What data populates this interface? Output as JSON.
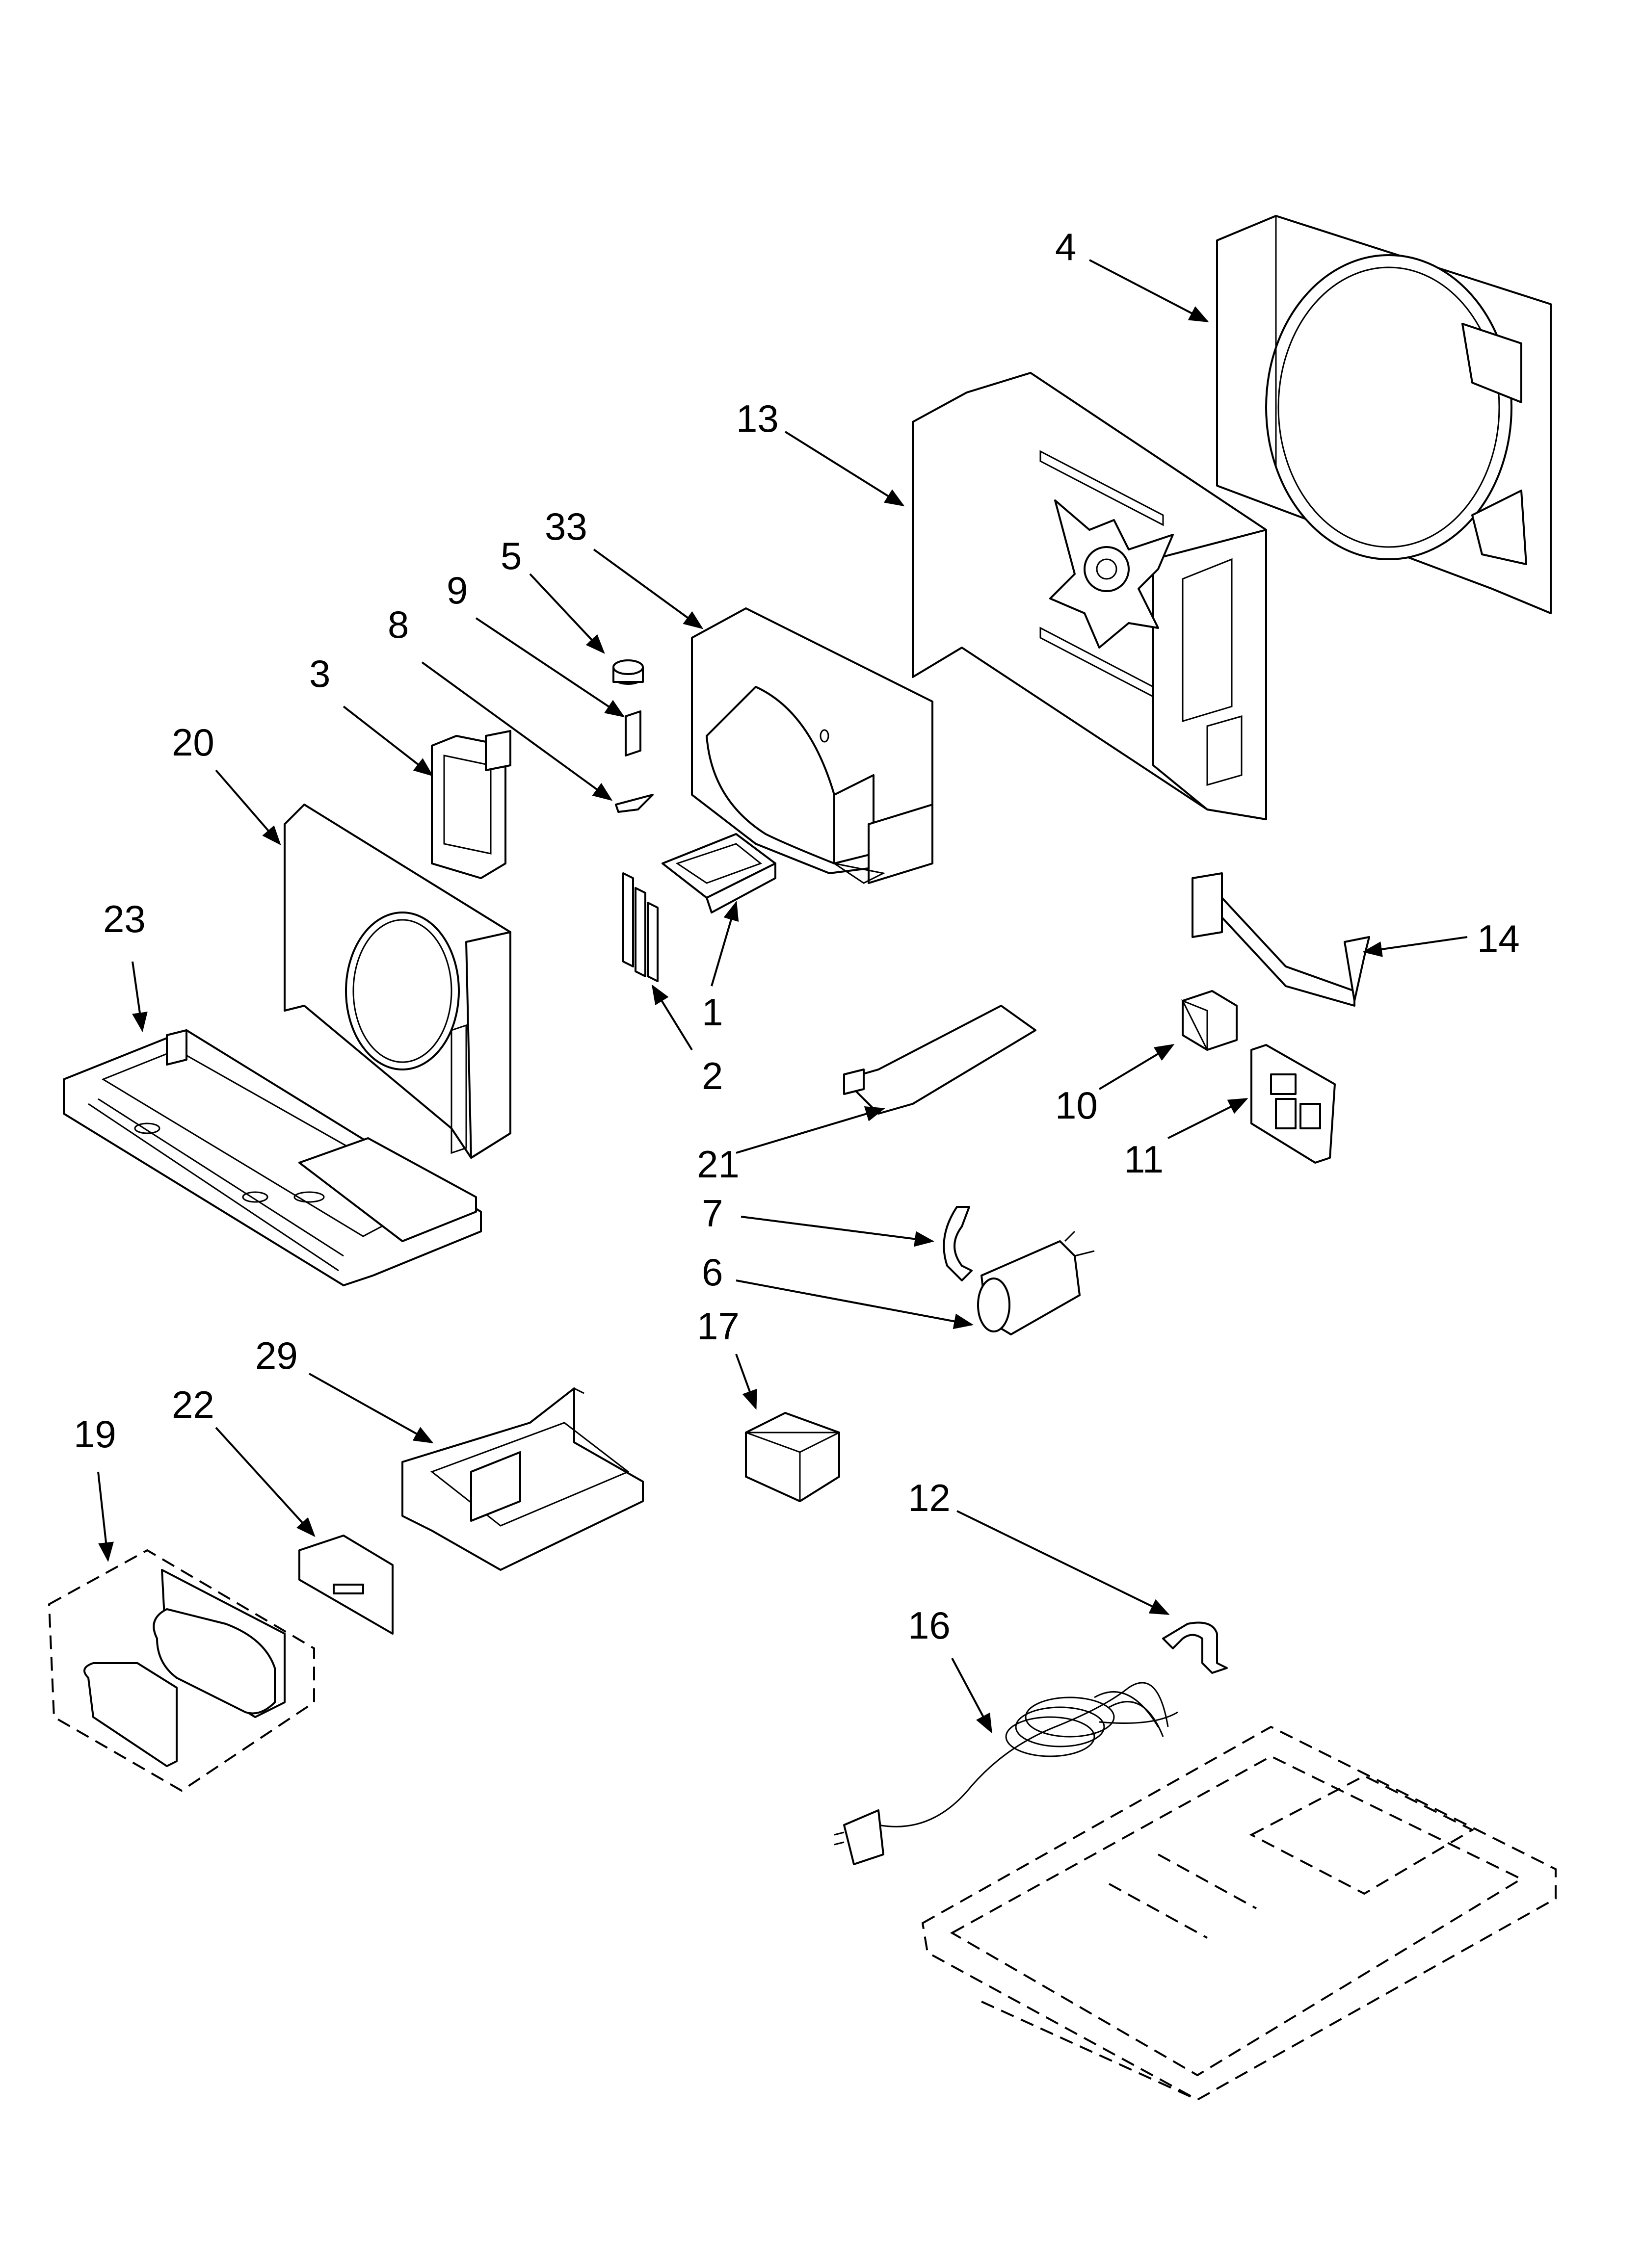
{
  "diagram": {
    "background": "#ffffff",
    "line_color": "#000000",
    "callouts": [
      {
        "id": "c4",
        "label": "4"
      },
      {
        "id": "c13",
        "label": "13"
      },
      {
        "id": "c33",
        "label": "33"
      },
      {
        "id": "c5",
        "label": "5"
      },
      {
        "id": "c9",
        "label": "9"
      },
      {
        "id": "c8",
        "label": "8"
      },
      {
        "id": "c3",
        "label": "3"
      },
      {
        "id": "c20",
        "label": "20"
      },
      {
        "id": "c23",
        "label": "23"
      },
      {
        "id": "c1",
        "label": "1"
      },
      {
        "id": "c2",
        "label": "2"
      },
      {
        "id": "c14",
        "label": "14"
      },
      {
        "id": "c10",
        "label": "10"
      },
      {
        "id": "c11",
        "label": "11"
      },
      {
        "id": "c21",
        "label": "21"
      },
      {
        "id": "c7",
        "label": "7"
      },
      {
        "id": "c6",
        "label": "6"
      },
      {
        "id": "c17",
        "label": "17"
      },
      {
        "id": "c29",
        "label": "29"
      },
      {
        "id": "c22",
        "label": "22"
      },
      {
        "id": "c19",
        "label": "19"
      },
      {
        "id": "c12",
        "label": "12"
      },
      {
        "id": "c16",
        "label": "16"
      }
    ]
  }
}
